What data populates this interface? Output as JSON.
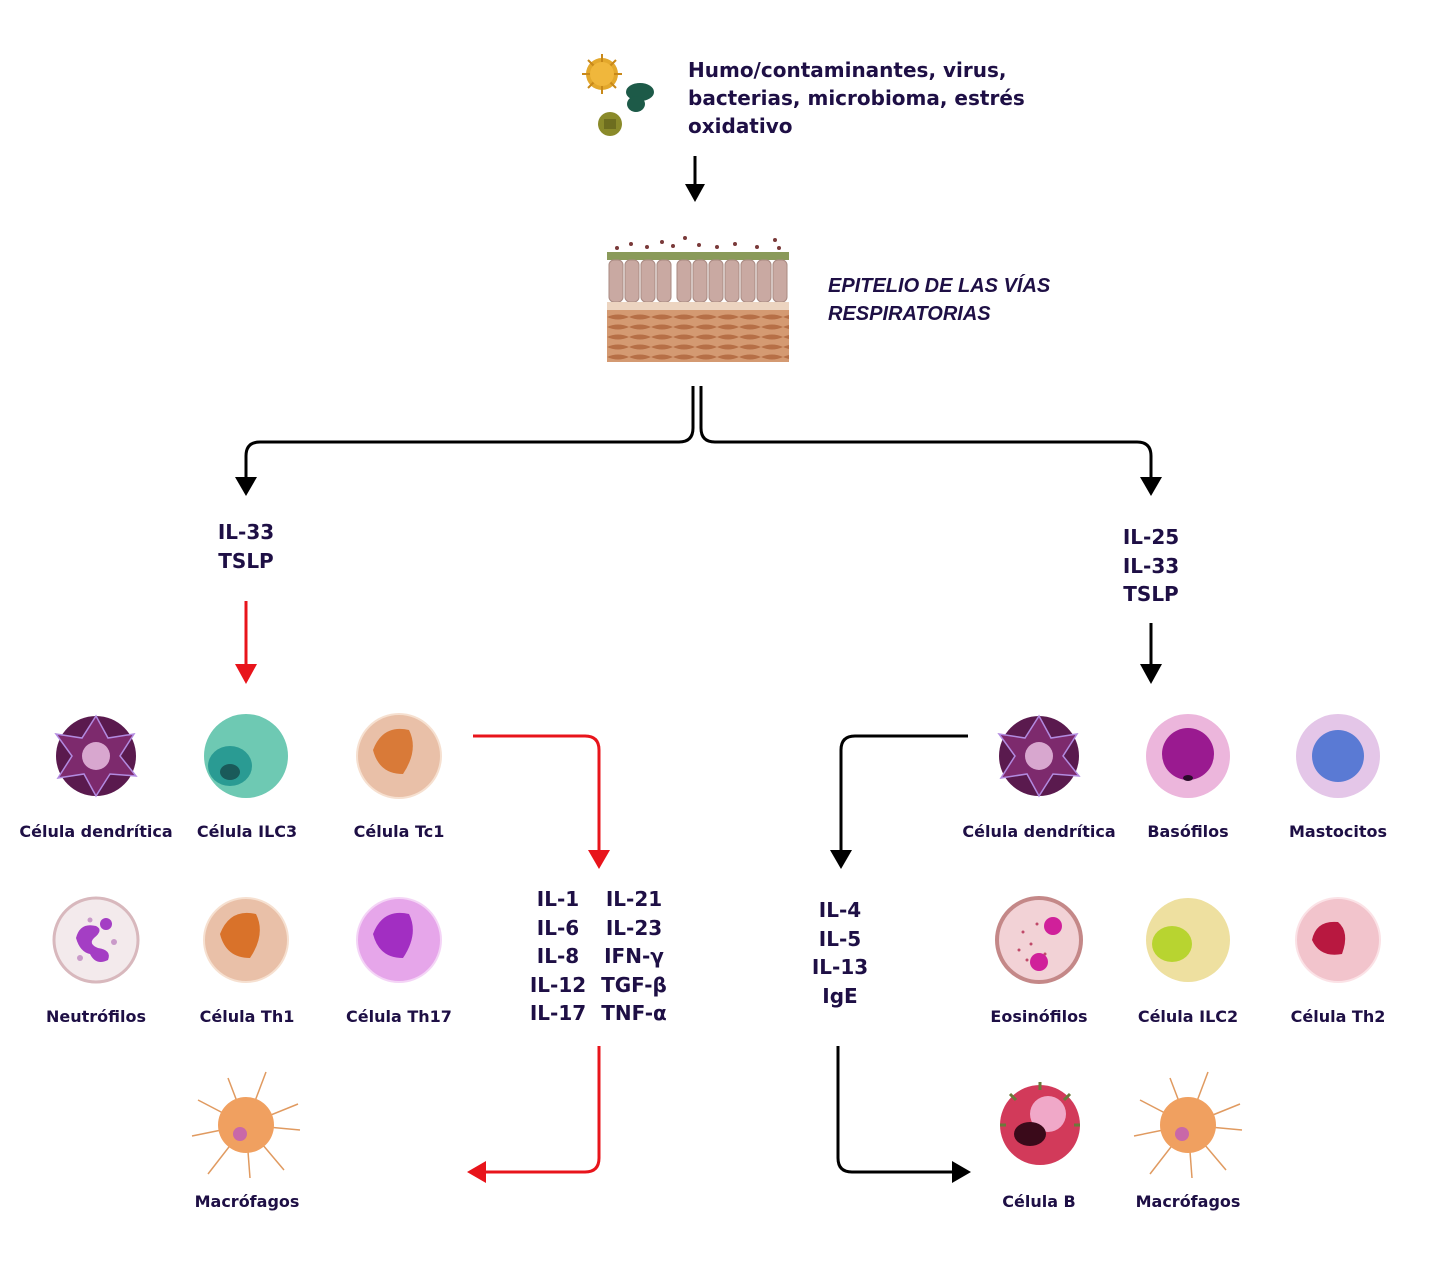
{
  "colors": {
    "text": "#1e0f45",
    "arrow_black": "#000000",
    "arrow_red": "#e8141b"
  },
  "triggers": {
    "icons": [
      "pollen-icon",
      "bacteria-icon",
      "virus-icon"
    ],
    "text_lines": [
      "Humo/contaminantes, virus,",
      "bacterias, microbioma, estrés",
      "oxidativo"
    ]
  },
  "epithelium": {
    "label_lines": [
      "EPITELIO DE LAS VÍAS",
      "RESPIRATORIAS"
    ]
  },
  "left_branch": {
    "alarmins": [
      "IL-33",
      "TSLP"
    ],
    "cells": [
      {
        "label": "Célula dendrítica",
        "kind": "dendritic"
      },
      {
        "label": "Célula ILC3",
        "kind": "ilc3"
      },
      {
        "label": "Célula Tc1",
        "kind": "tc1"
      },
      {
        "label": "Neutrófilos",
        "kind": "neutrophil"
      },
      {
        "label": "Célula Th1",
        "kind": "th1"
      },
      {
        "label": "Célula Th17",
        "kind": "th17"
      },
      {
        "label": "Macrófagos",
        "kind": "macrophage"
      }
    ],
    "cytokines_col1": [
      "IL-1",
      "IL-6",
      "IL-8",
      "IL-12",
      "IL-17"
    ],
    "cytokines_col2": [
      "IL-21",
      "IL-23",
      "IFN-γ",
      "TGF-β",
      "TNF-α"
    ],
    "arrow_color": "red"
  },
  "right_branch": {
    "alarmins": [
      "IL-25",
      "IL-33",
      "TSLP"
    ],
    "cells": [
      {
        "label": "Célula dendrítica",
        "kind": "dendritic"
      },
      {
        "label": "Basófilos",
        "kind": "basophil"
      },
      {
        "label": "Mastocitos",
        "kind": "mast"
      },
      {
        "label": "Eosinófilos",
        "kind": "eosinophil"
      },
      {
        "label": "Célula ILC2",
        "kind": "ilc2"
      },
      {
        "label": "Célula Th2",
        "kind": "th2"
      },
      {
        "label": "Célula B",
        "kind": "bcell"
      },
      {
        "label": "Macrófagos",
        "kind": "macrophage"
      }
    ],
    "cytokines": [
      "IL-4",
      "IL-5",
      "IL-13",
      "IgE"
    ],
    "arrow_color": "black"
  }
}
